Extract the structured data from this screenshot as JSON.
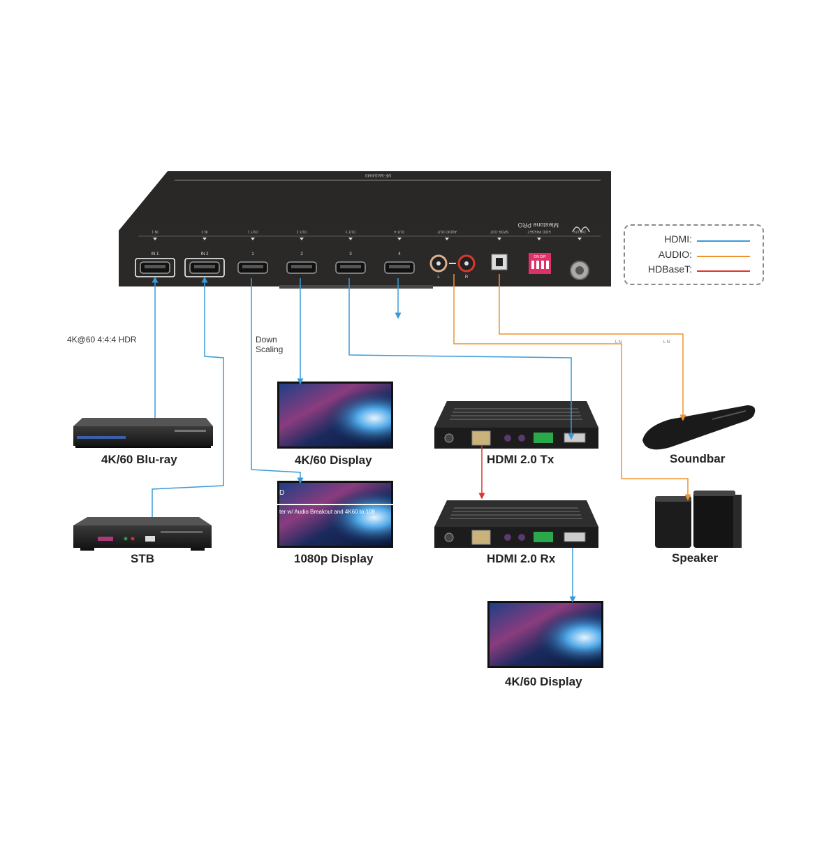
{
  "switcher": {
    "model_text": "MF-MAS4440",
    "brand_text": "Miestone PRO",
    "top_ports": [
      "IN 1",
      "IN 2",
      "OUT 1",
      "OUT 2",
      "OUT 3",
      "OUT 4",
      "AUDIO OUT",
      "SPDIF OUT",
      "EDID PRESET",
      "DC 12V"
    ],
    "input_labels": [
      "IN 1",
      "IN 2"
    ],
    "output_labels": [
      "1",
      "2",
      "3",
      "4"
    ],
    "audio_lr": [
      "L",
      "R"
    ],
    "dip_label": "ON DIP"
  },
  "annotations": {
    "hdr_note": "4K@60 4:4:4 HDR",
    "down_scaling_1": "Down",
    "down_scaling_2": "Scaling"
  },
  "devices": {
    "bluray": "4K/60 Blu-ray",
    "stb": "STB",
    "display_4k_top": "4K/60 Display",
    "display_1080p": "1080p Display",
    "display_1080p_overlay_1": "D",
    "display_1080p_overlay_2": "ter w/ Audio Breakout and 4K60 to 108",
    "tx": "HDMI 2.0 Tx",
    "rx": "HDMI 2.0 Rx",
    "display_4k_bottom": "4K/60 Display",
    "soundbar": "Soundbar",
    "speaker": "Speaker"
  },
  "legend": {
    "hdmi_label": "HDMI:",
    "audio_label": "AUDIO:",
    "hdbaset_label": "HDBaseT:",
    "hdmi_color": "#3a9ad9",
    "audio_color": "#f0922e",
    "hdbaset_color": "#d9362c"
  }
}
